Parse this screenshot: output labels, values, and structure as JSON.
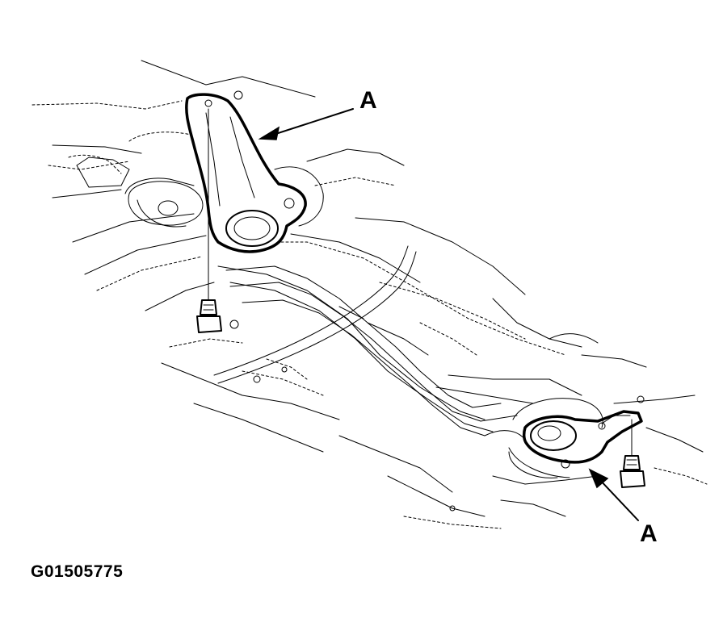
{
  "callouts": {
    "top": "A",
    "bottom": "A"
  },
  "figure_id": "G01505775"
}
